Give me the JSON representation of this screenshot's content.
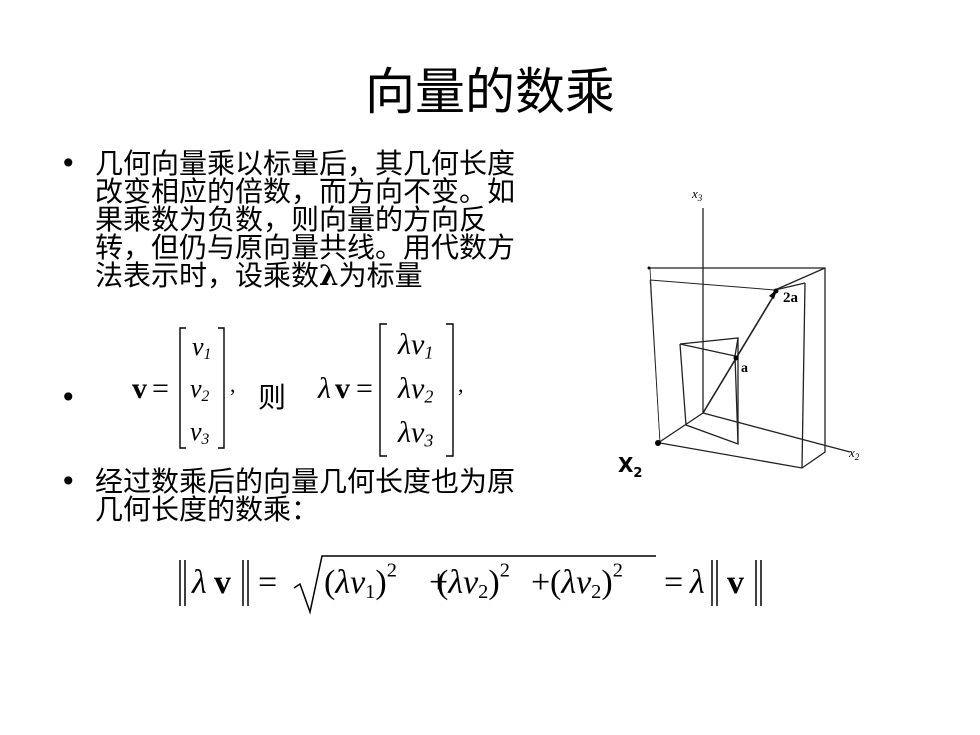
{
  "title": "向量的数乘",
  "bullets": {
    "p1_text": "几何向量乘以标量后，其几何长度改变相应的倍数，而方向不变。如果乘数为负数，则向量的方向反转，但仍与原向量共线。用代数方法表示时，设乘数",
    "p1_lambda": "λ",
    "p1_tail": "为标量",
    "p3_text": "经过数乘后的向量几何长度也为原几何长度的数乘："
  },
  "equation1": {
    "lhs_var": "v",
    "equals": "=",
    "comp": "v",
    "sub1": "1",
    "sub2": "2",
    "sub3": "3",
    "comma": ",",
    "then": "则",
    "lambda": "λ"
  },
  "equation2": {
    "norm_var": "v",
    "lambda": "λ",
    "comp": "v",
    "sub1": "1",
    "sub2": "2",
    "sub3": "2",
    "exp": "2",
    "plus": "+",
    "equals": "="
  },
  "figure": {
    "axis_x3": "x",
    "axis_x3_sub": "3",
    "axis_x2": "x",
    "axis_x2_sub": "2",
    "axis_x2_handwritten": "X",
    "axis_x2_handwritten_sub": "2",
    "label_2a": "2a",
    "label_a": "a"
  }
}
